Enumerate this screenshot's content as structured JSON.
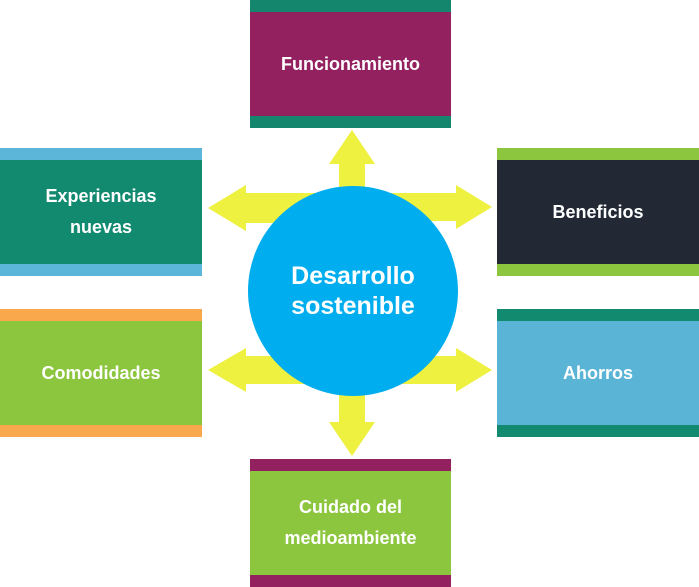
{
  "center": {
    "line1": "Desarrollo",
    "line2": "sostenible",
    "color": "#00adee"
  },
  "arrow_color": "#eef140",
  "boxes": {
    "funcionamiento": {
      "text": "Funcionamiento",
      "fill": "#93205f",
      "band": "#14866e"
    },
    "experiencias": {
      "line1": "Experiencias",
      "line2": "nuevas",
      "fill": "#118a70",
      "band": "#5cb6d9"
    },
    "beneficios": {
      "text": "Beneficios",
      "fill": "#222834",
      "band": "#8cc63f"
    },
    "comodidades": {
      "text": "Comodidades",
      "fill": "#8cc63f",
      "band": "#f9a94b"
    },
    "ahorros": {
      "text": "Ahorros",
      "fill": "#5ab4d6",
      "band": "#118a70"
    },
    "cuidado": {
      "line1": "Cuidado del",
      "line2": "medioambiente",
      "fill": "#8cc63f",
      "band": "#93205f"
    }
  }
}
